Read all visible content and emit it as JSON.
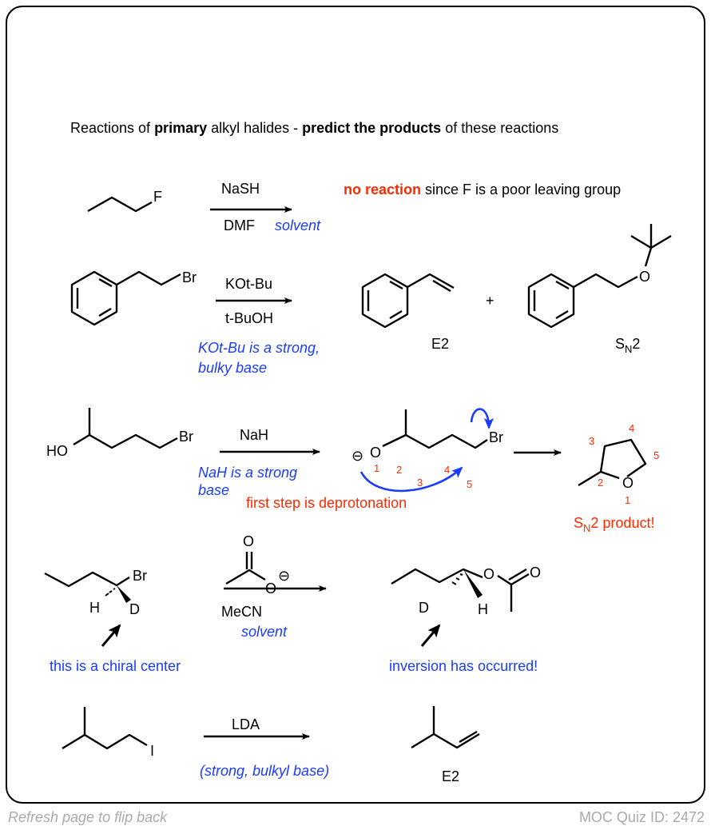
{
  "title": {
    "pre": "Reactions of ",
    "b1": "primary",
    "mid": " alkyl halides - ",
    "b2": "predict the products",
    "post": " of these reactions"
  },
  "r1": {
    "atom": "F",
    "reagent": "NaSH",
    "solvent": "DMF",
    "note": "solvent",
    "result_bold": "no reaction",
    "result_rest": " since F is a poor leaving group"
  },
  "r2": {
    "atom": "Br",
    "reagent": "KOt-Bu",
    "solvent": "t-BuOH",
    "note1": "KOt-Bu is a strong,",
    "note2": "bulky base",
    "o": "O",
    "p1": "E2",
    "plus": "+",
    "p2_s": "S",
    "p2_n": "N",
    "p2_2": "2"
  },
  "r3": {
    "ho": "HO",
    "br": "Br",
    "reagent": "NaH",
    "note1": "NaH is a strong",
    "note2": "base",
    "step": "first step is deprotonation",
    "minus": "⊖",
    "o": "O",
    "nums": [
      "1",
      "2",
      "3",
      "4",
      "5"
    ],
    "ring_nums": [
      "3",
      "4",
      "5",
      "2",
      "1"
    ],
    "prod_s": "S",
    "prod_n": "N",
    "prod_rest": "2 product!"
  },
  "r4": {
    "br": "Br",
    "h": "H",
    "d": "D",
    "o1": "O",
    "o2": "O",
    "minus": "⊖",
    "solvent": "MeCN",
    "note": "solvent",
    "label1": "this is a chiral center",
    "label2": "inversion has occurred!"
  },
  "r5": {
    "i": "I",
    "reagent": "LDA",
    "note": "(strong, bulkyl base)",
    "product": "E2"
  },
  "footer": {
    "left": "Refresh page to flip back",
    "right": "MOC Quiz ID: 2472"
  }
}
